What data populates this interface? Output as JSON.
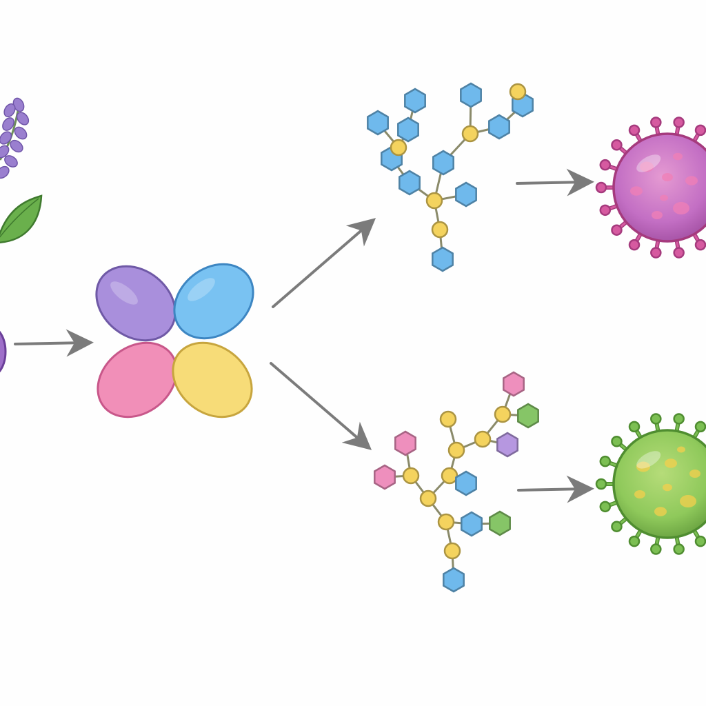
{
  "colors": {
    "background": "#fefefe",
    "arrow": "#7b7b7b",
    "lavender": "#9a7fcf",
    "leaf": "#6ab04c",
    "purple_lobe": "#a98fdc",
    "blue_lobe": "#79c2f2",
    "pink_lobe": "#f18fb8",
    "yellow_lobe": "#f7dc78",
    "node_blue": "#6fb9ec",
    "node_yellow": "#f4d35e",
    "node_pink": "#ee8fbd",
    "node_green": "#86c567",
    "node_purple": "#b697e0",
    "cell_pink": "#d65aa0",
    "cell_green": "#7cbf53"
  },
  "diagram": {
    "elements": [
      {
        "name": "lavender-plant-icon",
        "kind": "plant"
      },
      {
        "name": "leaf-icon",
        "kind": "leaf"
      },
      {
        "name": "source-purple-blob",
        "kind": "blob"
      },
      {
        "name": "four-lobe-complex",
        "kind": "complex"
      },
      {
        "name": "glycan-tree-blue",
        "kind": "glycan"
      },
      {
        "name": "glycan-tree-mixed",
        "kind": "glycan"
      },
      {
        "name": "pink-virus-cell-icon",
        "kind": "cell"
      },
      {
        "name": "green-virus-cell-icon",
        "kind": "cell"
      }
    ],
    "arrows": [
      {
        "name": "arrow-source-to-complex",
        "from": "source-purple-blob",
        "to": "four-lobe-complex"
      },
      {
        "name": "arrow-complex-to-upper-glycan",
        "from": "four-lobe-complex",
        "to": "glycan-tree-blue"
      },
      {
        "name": "arrow-complex-to-lower-glycan",
        "from": "four-lobe-complex",
        "to": "glycan-tree-mixed"
      },
      {
        "name": "arrow-upper-glycan-to-pink-cell",
        "from": "glycan-tree-blue",
        "to": "pink-virus-cell-icon"
      },
      {
        "name": "arrow-lower-glycan-to-green-cell",
        "from": "glycan-tree-mixed",
        "to": "green-virus-cell-icon"
      }
    ]
  }
}
